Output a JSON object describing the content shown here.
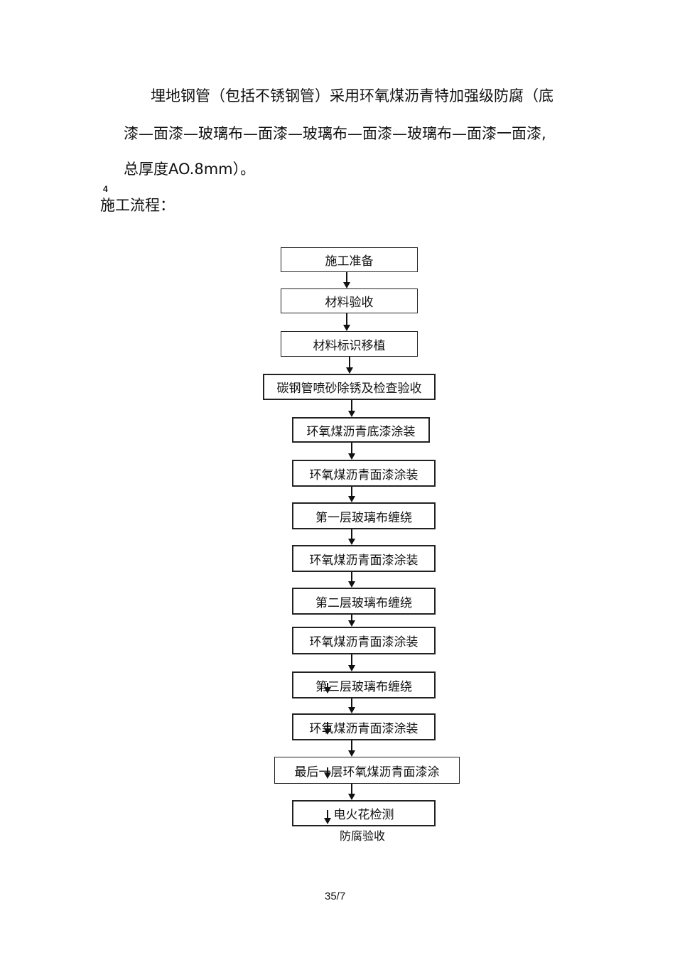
{
  "document": {
    "paragraph_lines": [
      "埋地钢管（包括不锈钢管）采用环氧煤沥青特加强级防腐（底",
      "漆—面漆—玻璃布—面漆—玻璃布—面漆—玻璃布—面漆一面漆,",
      "总厚度AO.8mm）。"
    ],
    "marker": "4",
    "section_heading": "施工流程："
  },
  "flowchart": {
    "steps": [
      "施工准备",
      "材料验收",
      "材料标识移植",
      "碳钢管喷砂除锈及检查验收",
      "环氧煤沥青底漆涂装",
      "环氧煤沥青面漆涂装",
      "第一层玻璃布缠绕",
      "环氧煤沥青面漆涂装",
      "第二层玻璃布缠绕",
      "环氧煤沥青面漆涂装",
      "第三层玻璃布缠绕",
      "环氧煤沥青面漆涂装",
      "最后一层环氧煤沥青面漆涂",
      "电火花检测"
    ],
    "final_step": "防腐验收"
  },
  "footer": {
    "page_number": "35/7"
  }
}
